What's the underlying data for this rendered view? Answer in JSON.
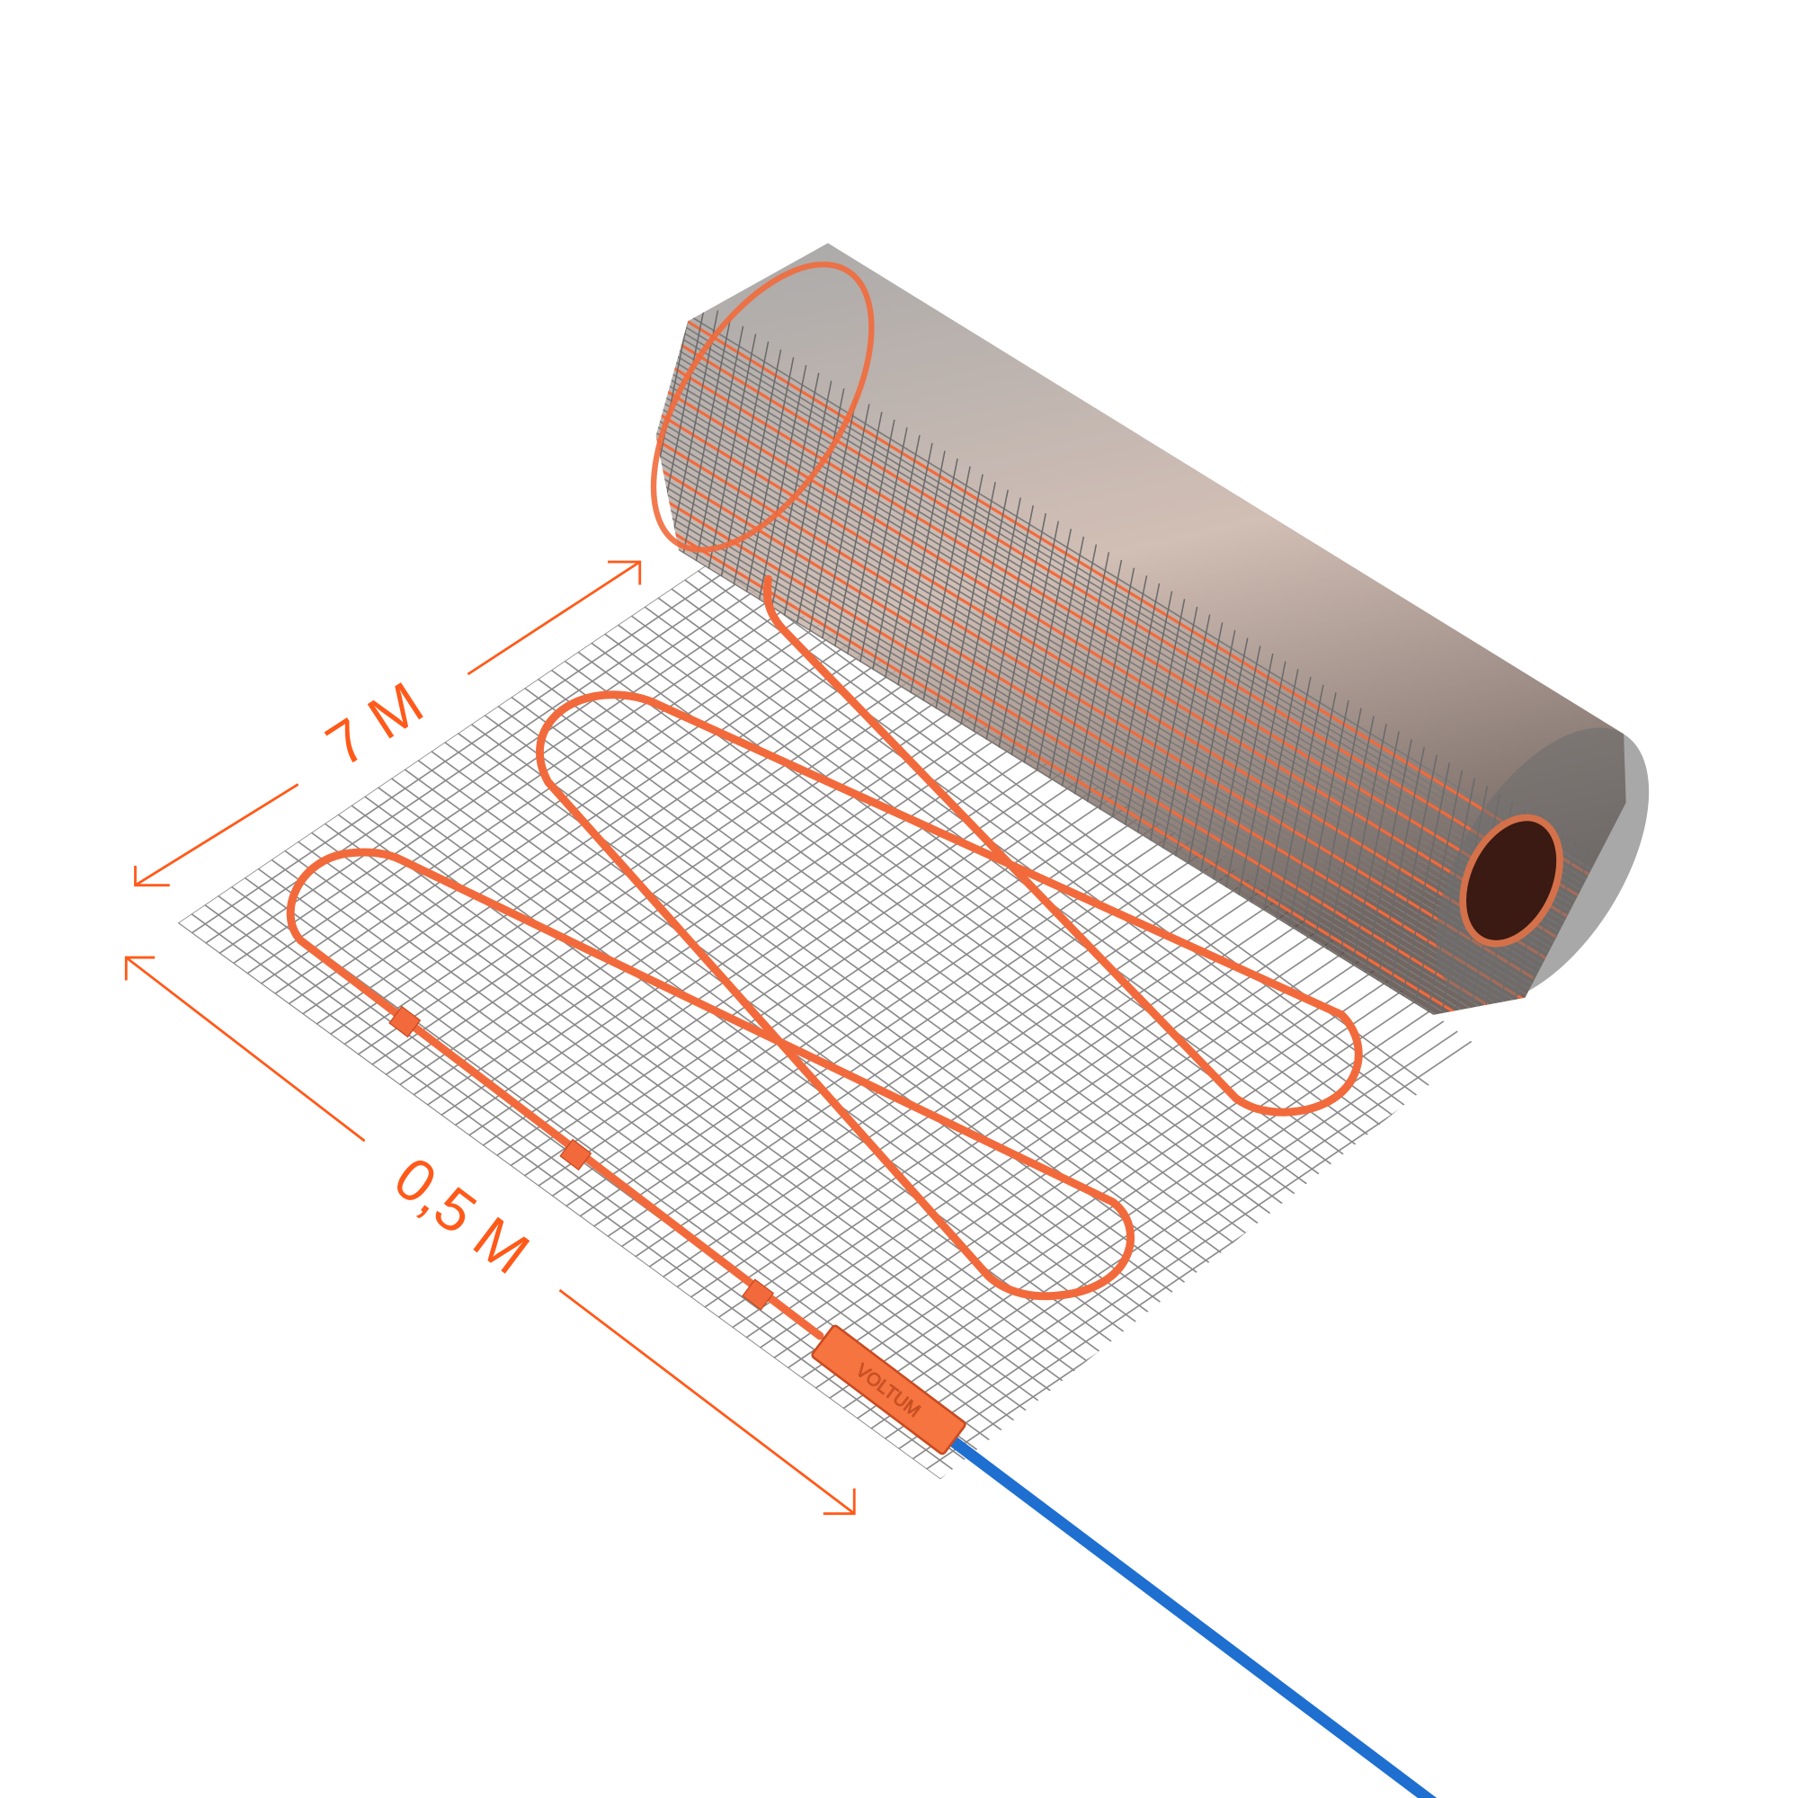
{
  "product": {
    "brand_on_connector": "VOLTUM"
  },
  "dimensions": {
    "length_label": "7 M",
    "width_label": "0,5 M"
  },
  "colors": {
    "accent": "#ff5a1a",
    "cable": "#f26a3c",
    "mesh": "#8a8a8a",
    "cold_lead": "#1e6fd0",
    "core": "#3a1a12"
  }
}
